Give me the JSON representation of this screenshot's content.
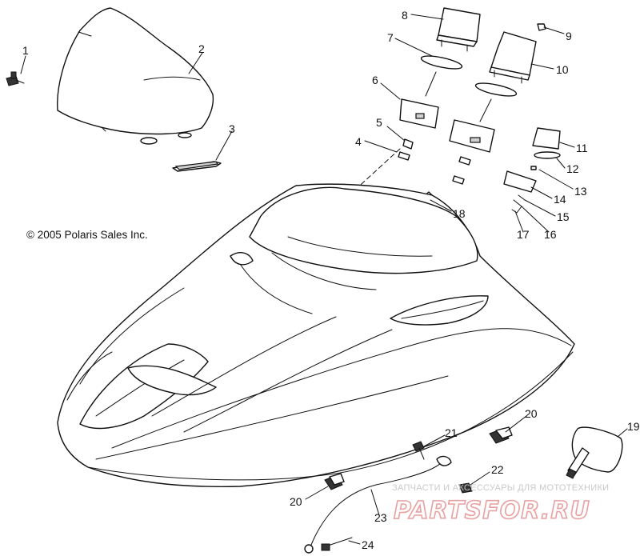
{
  "copyright": "© 2005 Polaris Sales Inc.",
  "callouts": [
    "1",
    "2",
    "3",
    "4",
    "5",
    "6",
    "7",
    "8",
    "9",
    "10",
    "11",
    "12",
    "13",
    "14",
    "15",
    "16",
    "17",
    "18",
    "19",
    "20",
    "20",
    "21",
    "22",
    "23",
    "24"
  ],
  "watermark": {
    "tagline": "ЗАПЧАСТИ И АКСЕССУАРЫ ДЛЯ МОТОТЕХНИКИ",
    "logo": "PARTSFOR.RU"
  },
  "colors": {
    "line": "#111111",
    "watermark_logo": "#e8a0a0",
    "watermark_text": "#c9c9c9"
  }
}
